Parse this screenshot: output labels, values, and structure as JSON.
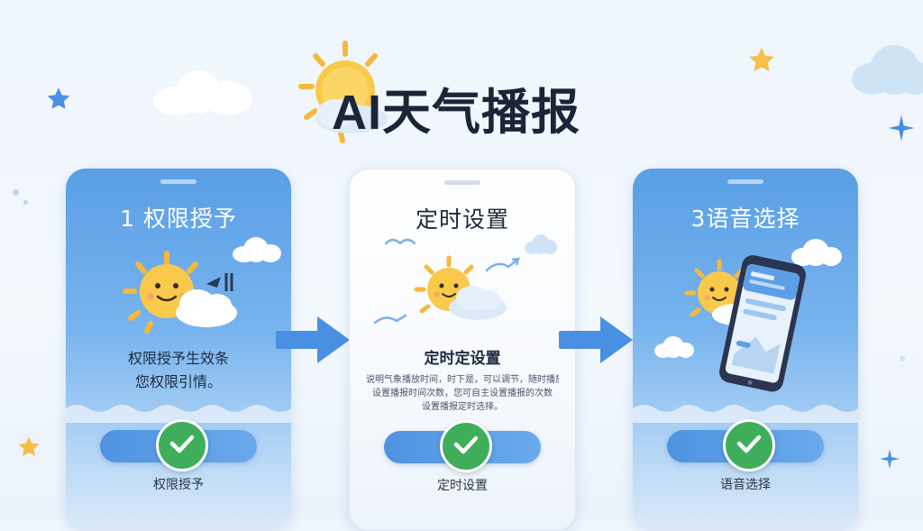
{
  "header": {
    "title_ai": "AI",
    "title_rest": "天气播报"
  },
  "cards": [
    {
      "title": "1 权限授予",
      "text_lines": [
        "权限授予生效条",
        "您权限引情。"
      ],
      "footer": "权限授予"
    },
    {
      "title": "定时设置",
      "subtitle": "定时定设置",
      "fine_lines": [
        "说明气象播放时间，时下是，可以调节，随时播放",
        "设置播报时间次数，您可自主设置播报的次数",
        "设置播报定时选择。"
      ],
      "footer": "定时设置"
    },
    {
      "title": "3语音选择",
      "footer": "语音选择"
    }
  ],
  "colors": {
    "card_blue": "#5a9fe5",
    "pill_blue": "#4f93e0",
    "check_green": "#3fae5a",
    "arrow_blue": "#4a90e2",
    "sun_yellow": "#f6b93b",
    "star_yellow": "#f5c04a",
    "star_blue": "#4a90e2"
  },
  "icons": [
    "sun-icon",
    "cloud-icon",
    "check-icon",
    "arrow-right-icon",
    "star-icon",
    "phone-icon",
    "bird-icon"
  ]
}
